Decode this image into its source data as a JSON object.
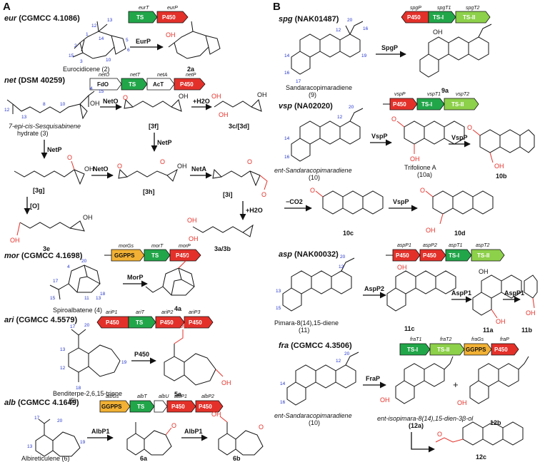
{
  "panels": [
    {
      "id": "A",
      "label": "A"
    },
    {
      "id": "B",
      "label": "B"
    }
  ],
  "clusters": {
    "eur": {
      "name": "eur",
      "strain": "(CGMCC 4.1086)",
      "genes": [
        "eurT",
        "eurP"
      ],
      "boxes": [
        "TS",
        "P450"
      ]
    },
    "net": {
      "name": "net",
      "strain": "(DSM 40259)",
      "genes": [
        "netO",
        "netT",
        "netA",
        "netP"
      ],
      "boxes": [
        "FdO",
        "TS",
        "AcT",
        "P450"
      ]
    },
    "mor": {
      "name": "mor",
      "strain": "(CGMCC 4.1698)",
      "genes": [
        "morGs",
        "morT",
        "morP"
      ],
      "boxes": [
        "GGPPS",
        "TS",
        "P450"
      ]
    },
    "ari": {
      "name": "ari",
      "strain": "(CGMCC 4.5579)",
      "genes": [
        "ariP1",
        "ariT",
        "ariP2",
        "ariP3"
      ],
      "boxes": [
        "P450",
        "TS",
        "P450",
        "P450"
      ]
    },
    "alb": {
      "name": "alb",
      "strain": "(CGMCC 4.1649)",
      "genes": [
        "albGs",
        "albT",
        "albU",
        "albP1",
        "albP2"
      ],
      "boxes": [
        "GGPPS",
        "TS",
        "",
        "P450",
        "P450"
      ]
    },
    "spg": {
      "name": "spg",
      "strain": "(NAK01487)",
      "genes": [
        "spgP",
        "spgT1",
        "spgT2"
      ],
      "boxes": [
        "P450",
        "TS-I",
        "TS-II"
      ]
    },
    "vsp": {
      "name": "vsp",
      "strain": "(NA02020)",
      "genes": [
        "vspP",
        "vspT1",
        "vspT2"
      ],
      "boxes": [
        "P450",
        "TS-I",
        "TS-II"
      ]
    },
    "asp": {
      "name": "asp",
      "strain": "(NAK00032)",
      "genes": [
        "aspP1",
        "aspP2",
        "aspT1",
        "aspT2"
      ],
      "boxes": [
        "P450",
        "P450",
        "TS-I",
        "TS-II"
      ]
    },
    "fra": {
      "name": "fra",
      "strain": "(CGMCC 4.3506)",
      "genes": [
        "fraT1",
        "fraT2",
        "fraGs",
        "fraP"
      ],
      "boxes": [
        "TS-I",
        "TS-II",
        "GGPPS",
        "P450"
      ]
    }
  },
  "compounds": {
    "c2": "Eurocidicene (2)",
    "c2a": "2a",
    "c3_l1": "7-epi-cis-Sesquisabinene",
    "c3_l2": "hydrate (3)",
    "c3f": "[3f]",
    "c3c": "3c/[3d]",
    "c3g": "[3g]",
    "c3h": "[3h]",
    "c3i": "[3i]",
    "c3e": "3e",
    "c3ab": "3a/3b",
    "c4": "Spiroalbatene (4)",
    "c4a": "4a",
    "c5": "Benditerpe-2,6,15-triene",
    "c5n": "(5)",
    "c5a": "5a",
    "c6": "Albireticulene (6)",
    "c6a": "6a",
    "c6b": "6b",
    "c9": "Sandaracopimaradiene",
    "c9n": "(9)",
    "c9a": "9a",
    "c10": "ent-Sandaracopimaradiene",
    "c10n": "(10)",
    "c10a": "Trifolione A",
    "c10an": "(10a)",
    "c10b": "10b",
    "c10c": "10c",
    "c10d": "10d",
    "c11": "Pimara-8(14),15-diene",
    "c11n": "(11)",
    "c11c": "11c",
    "c11a": "11a",
    "c11b": "11b",
    "c10f": "ent-Sandaracopimaradiene",
    "c10fn": "(10)",
    "c12a": "ent-isopimara-8(14),15-dien-3β-ol",
    "c12an": "(12a)",
    "c12b": "12b",
    "c12c": "12c"
  },
  "arrows": {
    "eurP": "EurP",
    "netO1": "NetO",
    "h2o1": "+H2O",
    "netP1": "NetP",
    "netP2": "NetP",
    "netO2": "NetO",
    "netA": "NetA",
    "ox": "[O]",
    "h2o2": "+H2O",
    "morP": "MorP",
    "p450": "P450",
    "albP1a": "AlbP1",
    "albP1b": "AlbP1",
    "spgP": "SpgP",
    "vspP1": "VspP",
    "vspP2": "VspP",
    "co2": "−CO2",
    "vspP3": "VspP",
    "aspP2": "AspP2",
    "aspP1a": "AspP1",
    "aspP1b": "AspP1",
    "fraP": "FraP",
    "plus": "+"
  },
  "atoms": {
    "OH": "OH",
    "O": "O",
    "H": "H",
    "CO2H": "OH"
  },
  "colors": {
    "TS": "#22a64a",
    "P450": "#e3312a",
    "TSII": "#8dd04a",
    "GGPPS": "#f2b134",
    "blank": "#ffffff",
    "red": "#e3312a",
    "blue": "#2233cc"
  }
}
